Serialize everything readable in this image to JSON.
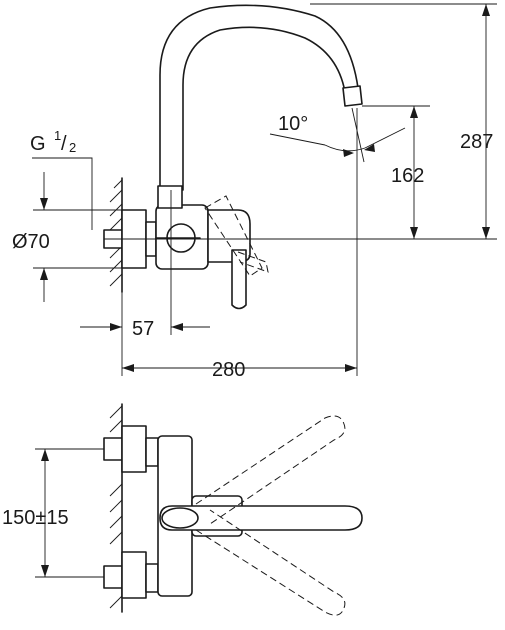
{
  "labels": {
    "thread": "G",
    "thread_num": "1",
    "thread_den": "2",
    "diameter": "Ø70",
    "offset": "57",
    "reach": "280",
    "angle": "10°",
    "spout_height": "162",
    "total_height": "287",
    "spacing": "150±15"
  }
}
